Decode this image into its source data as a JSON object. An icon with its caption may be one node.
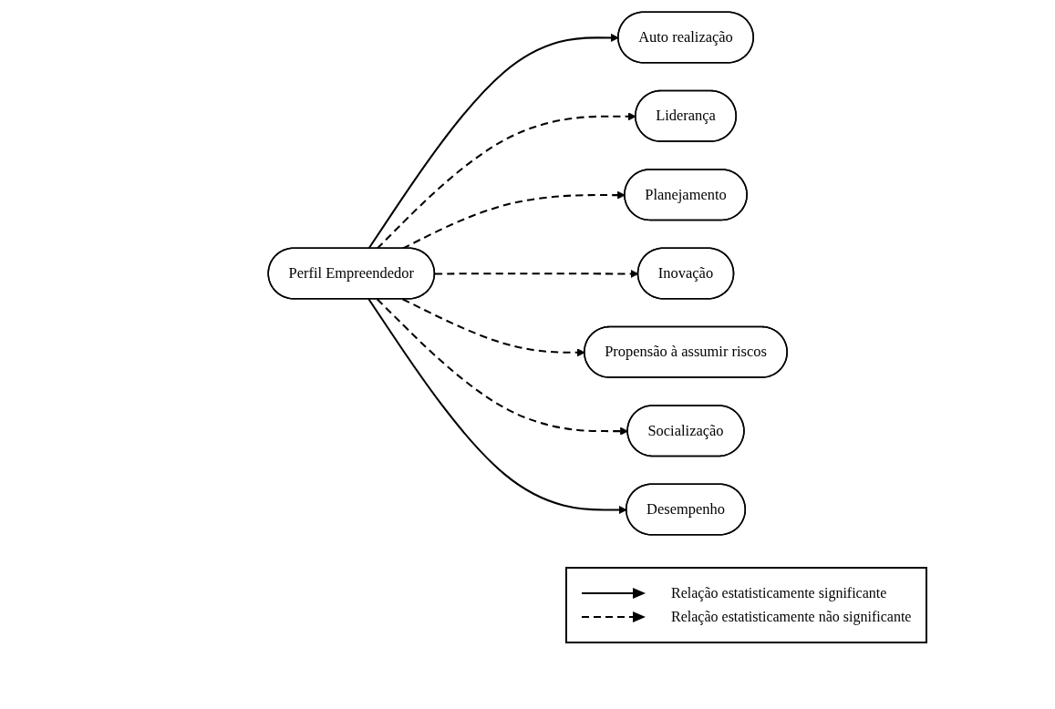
{
  "diagram": {
    "nodes": [
      {
        "text": [
          "Auto realização"
        ]
      },
      {
        "text": [
          "Liderança"
        ]
      },
      {
        "text": [
          "Planejamento"
        ]
      },
      {
        "text": [
          "Inovação"
        ]
      },
      {
        "text": [
          "Propensão à assumir riscos"
        ]
      },
      {
        "text": [
          "Socialização"
        ]
      },
      {
        "text": [
          "Perfil Empreendedor"
        ]
      },
      {
        "text": [
          "Desempenho"
        ]
      }
    ],
    "edges": [
      {
        "from": 6,
        "to": 0,
        "arrow": "to"
      },
      {
        "from": 6,
        "to": 1,
        "arrow": "to",
        "style": "dashed"
      },
      {
        "from": 6,
        "to": 2,
        "arrow": "to",
        "style": "dashed"
      },
      {
        "from": 6,
        "to": 3,
        "arrow": "to",
        "style": "dashed"
      },
      {
        "from": 6,
        "to": 4,
        "arrow": "to",
        "style": "dashed"
      },
      {
        "from": 6,
        "to": 5,
        "arrow": "to",
        "style": "dashed"
      },
      {
        "from": 6,
        "to": 7,
        "arrow": "to"
      }
    ],
    "legend": [
      {
        "text": "Relação estatisticamente significante"
      },
      {
        "text": "Relação estatisticamente não significante"
      }
    ]
  }
}
